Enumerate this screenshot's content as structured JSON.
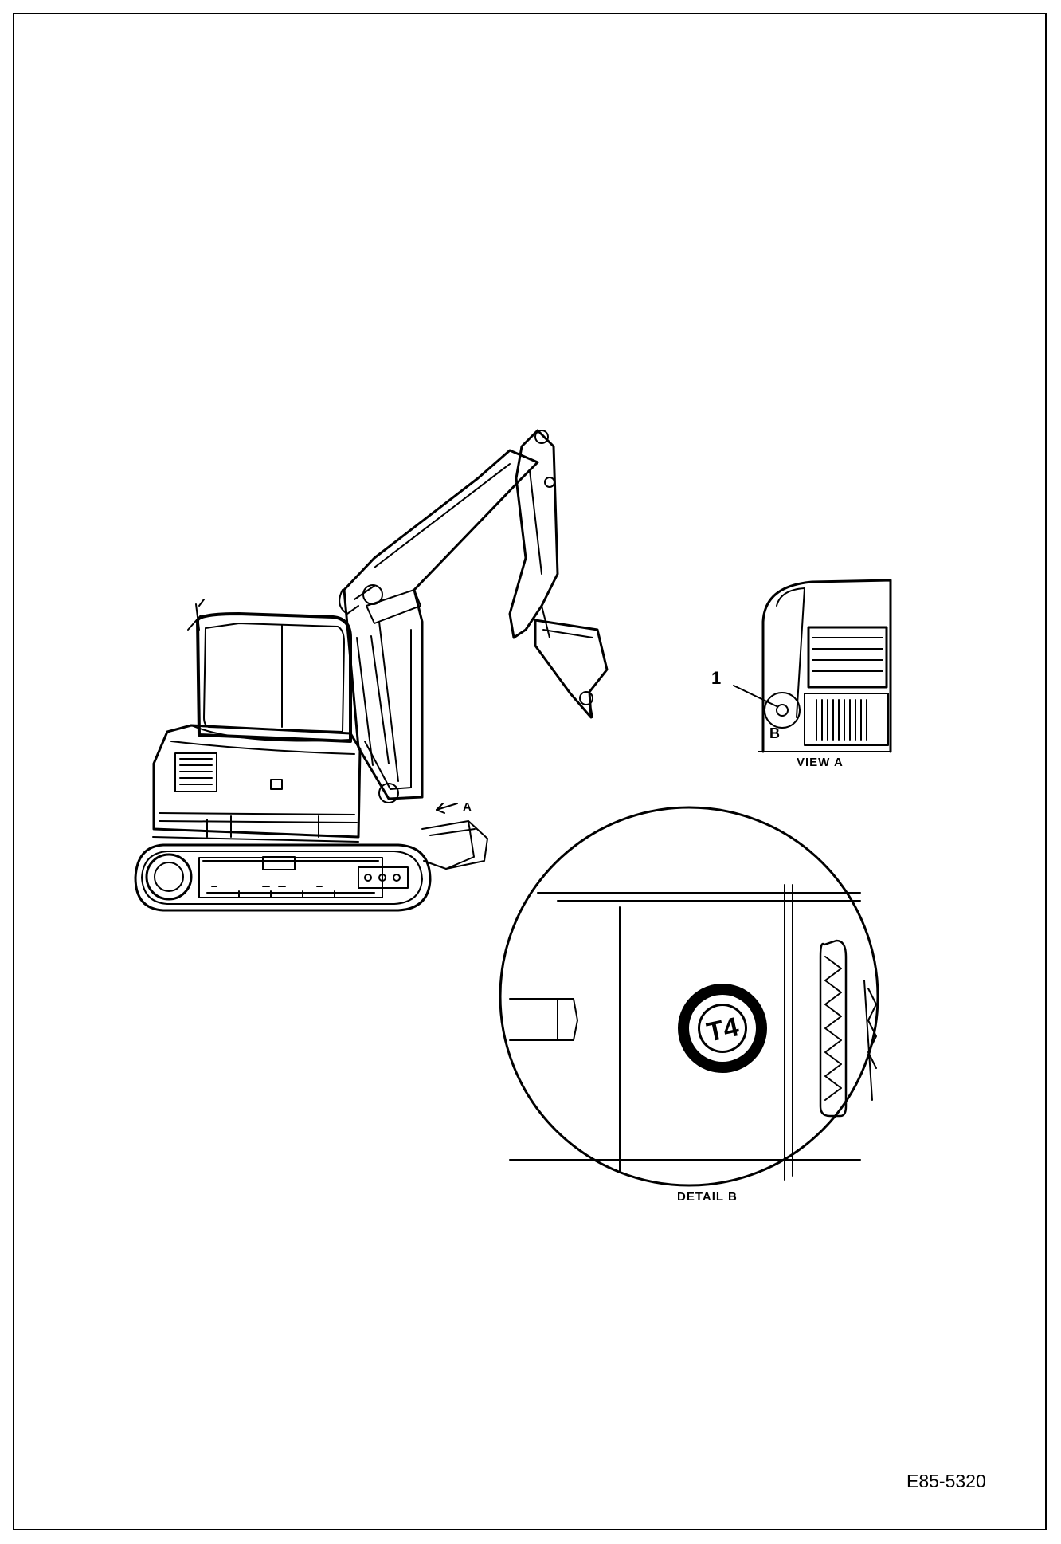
{
  "labels": {
    "callout_1": "1",
    "callout_b": "B",
    "arrow_a": "A",
    "view_a": "VIEW  A",
    "detail_b": "DETAIL  B",
    "figure_id": "E85-5320"
  },
  "decal": {
    "center_text": "T4"
  }
}
